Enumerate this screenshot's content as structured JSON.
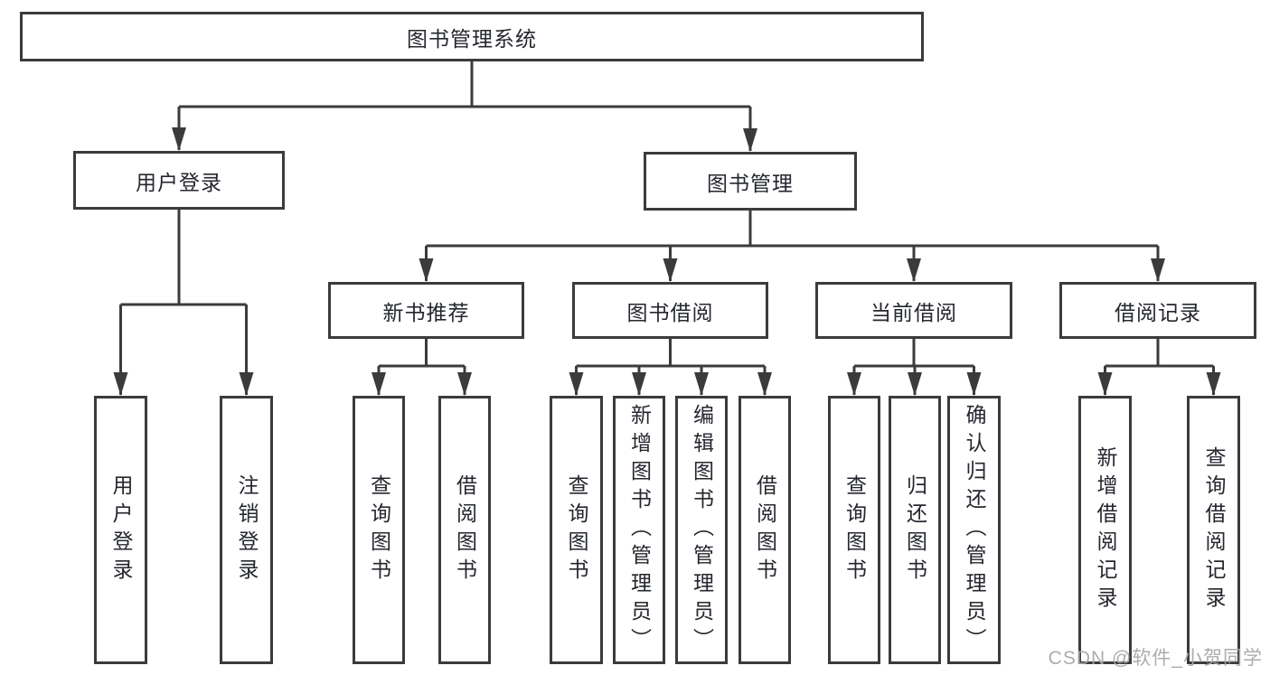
{
  "tree": {
    "root": {
      "label": "图书管理系统"
    },
    "children": [
      {
        "label": "用户登录",
        "children": [
          {
            "label": "用户登录"
          },
          {
            "label": "注销登录"
          }
        ]
      },
      {
        "label": "图书管理",
        "children": [
          {
            "label": "新书推荐",
            "children": [
              {
                "label": "查询图书"
              },
              {
                "label": "借阅图书"
              }
            ]
          },
          {
            "label": "图书借阅",
            "children": [
              {
                "label": "查询图书"
              },
              {
                "label": "新增图书（管理员）"
              },
              {
                "label": "编辑图书（管理员）"
              },
              {
                "label": "借阅图书"
              }
            ]
          },
          {
            "label": "当前借阅",
            "children": [
              {
                "label": "查询图书"
              },
              {
                "label": "归还图书"
              },
              {
                "label": "确认归还（管理员）"
              }
            ]
          },
          {
            "label": "借阅记录",
            "children": [
              {
                "label": "新增借阅记录"
              },
              {
                "label": "查询借阅记录"
              }
            ]
          }
        ]
      }
    ]
  },
  "watermark": "CSDN @软件_小贺同学",
  "colors": {
    "line": "#3b3b3b",
    "text": "#24272e",
    "watermark": "#a8a8aa",
    "background": "#ffffff"
  }
}
